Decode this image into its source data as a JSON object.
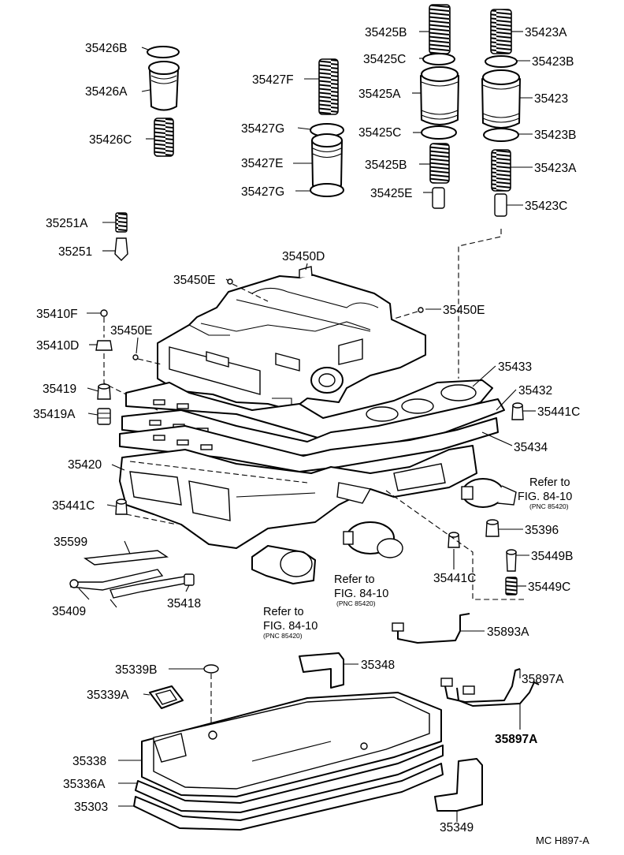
{
  "labels": {
    "p35426B": "35426B",
    "p35426A": "35426A",
    "p35426C": "35426C",
    "p35427F": "35427F",
    "p35427G_top": "35427G",
    "p35427E": "35427E",
    "p35427G_bot": "35427G",
    "p35425B_top": "35425B",
    "p35425C_top": "35425C",
    "p35425A": "35425A",
    "p35425C_bot": "35425C",
    "p35425B_bot": "35425B",
    "p35425E": "35425E",
    "p35423A_top": "35423A",
    "p35423B_top": "35423B",
    "p35423": "35423",
    "p35423B_bot": "35423B",
    "p35423A_bot": "35423A",
    "p35423C": "35423C",
    "p35251A": "35251A",
    "p35251": "35251",
    "p35450D": "35450D",
    "p35450E_a": "35450E",
    "p35450E_b": "35450E",
    "p35450E_c": "35450E",
    "p35410F": "35410F",
    "p35410D": "35410D",
    "p35419": "35419",
    "p35419A": "35419A",
    "p35433": "35433",
    "p35432": "35432",
    "p35441C_a": "35441C",
    "p35434": "35434",
    "p35420": "35420",
    "p35441C_b": "35441C",
    "p35396": "35396",
    "p35599": "35599",
    "p35441C_c": "35441C",
    "p35449B": "35449B",
    "p35409": "35409",
    "p35418": "35418",
    "p35449C": "35449C",
    "p35893A": "35893A",
    "p35339B": "35339B",
    "p35348": "35348",
    "p35339A": "35339A",
    "p35897A_a": "35897A",
    "p35897A_b": "35897A",
    "p35338": "35338",
    "p35336A": "35336A",
    "p35303": "35303",
    "p35349": "35349"
  },
  "references": [
    {
      "line1": "Refer to",
      "line2": "FIG. 84-10",
      "pnc": "(PNC 85420)"
    },
    {
      "line1": "Refer to",
      "line2": "FIG. 84-10",
      "pnc": "(PNC 85420)"
    },
    {
      "line1": "Refer to",
      "line2": "FIG. 84-10",
      "pnc": "(PNC 85420)"
    }
  ],
  "drawing_code": "MC H897-A"
}
